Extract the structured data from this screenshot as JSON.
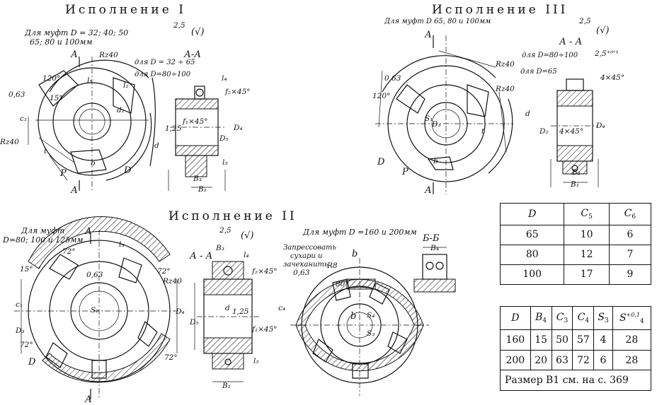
{
  "titles": {
    "v1": "Исполнение I",
    "v2": "Исполнение II",
    "v3": "Исполнение III"
  },
  "notes": {
    "v1_line1": "Для муфт D = 32; 40; 50",
    "v1_line2": "65; 80 и 100мм",
    "v3": "Для муфт D 65, 80 и 100мм",
    "v2_left1": "Для муфт",
    "v2_left2": "D=80; 100 и 125мм",
    "v2_right": "Для муфт D =160 и 200мм",
    "v2_press1": "Запрессовать",
    "v2_press2": "сухари и",
    "v2_press3": "зачеканить",
    "dla_d32": "для D = 32 ÷ 65",
    "dla_d80": "для D=80÷100",
    "dla_d80b": "для D=80÷100",
    "dla_d65": "для D=65"
  },
  "labels": {
    "aa": "А-А",
    "aa2": "А - А",
    "bb": "Б-Б",
    "a": "А",
    "b": "b",
    "rz40": "Rz40",
    "r8": "R8",
    "v25": "2,5",
    "check": "(√)",
    "c063": "0,63",
    "c125": "1,25",
    "c1": "c₁",
    "c4": "c₄",
    "d": "d",
    "D": "D",
    "P": "P",
    "t": "t",
    "d1": "d₁",
    "d2": "D₂",
    "d3": "D₃",
    "d4": "D₄",
    "d5": "D₅",
    "s1": "S₁",
    "s2": "S₂",
    "s3": "S₃",
    "s4": "S₄",
    "l1": "l₁",
    "l2": "l₂",
    "l3": "l₃",
    "l4": "l₄",
    "l5": "l₅",
    "B1": "B₁",
    "B3": "B₃",
    "B4": "B₄",
    "f1": "f₁×45°",
    "f2": "f₂×45°",
    "a120": "120°",
    "a15": "15°",
    "a72": "72°",
    "a80": "80°",
    "a45": "4×45°",
    "a25": "2,5⁺⁰'¹",
    "c5": "c₅",
    "c6": "c₆"
  },
  "table1": {
    "headers": [
      "D",
      "C5",
      "C6"
    ],
    "rows": [
      [
        "65",
        "10",
        "6"
      ],
      [
        "80",
        "12",
        "7"
      ],
      [
        "100",
        "17",
        "9"
      ]
    ]
  },
  "table2": {
    "headers": [
      "D",
      "B4",
      "C3",
      "C4",
      "S3",
      "S4"
    ],
    "s4_tol": "+0,1",
    "rows": [
      [
        "160",
        "15",
        "50",
        "57",
        "4",
        "28"
      ],
      [
        "200",
        "20",
        "63",
        "72",
        "6",
        "28"
      ]
    ],
    "footer": "Размер B1 см. на с. 369"
  }
}
